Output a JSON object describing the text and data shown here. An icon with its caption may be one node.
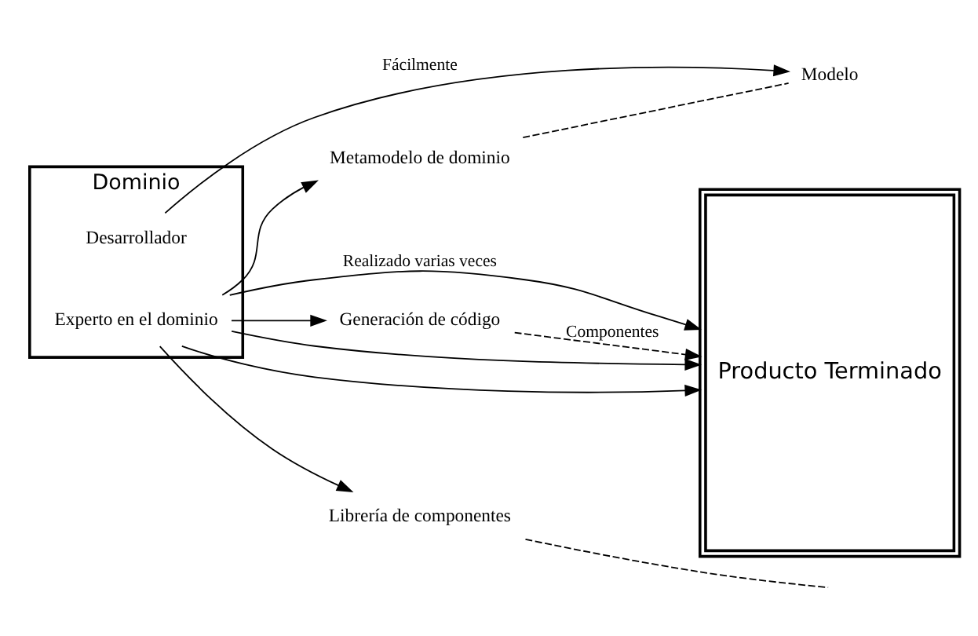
{
  "diagram": {
    "nodes": [
      {
        "text": [
          "Dominio"
        ]
      },
      {
        "text": [
          "Experto en el dominio"
        ],
        "in": 0
      },
      {
        "text": [
          "Desarrollador"
        ],
        "in": 0
      },
      {
        "text": [
          "Metamodelo de dominio"
        ]
      },
      {
        "text": [
          "Generación de código"
        ]
      },
      {
        "text": [
          "Librería de componentes"
        ]
      },
      {
        "text": [
          "Modelo"
        ]
      },
      {
        "text": [
          "Producto Terminado"
        ]
      }
    ],
    "edges": [
      {
        "from": 1,
        "to": 7,
        "arrow": "to",
        "label": "Realizado varias veces"
      },
      {
        "from": 1,
        "to": 7,
        "arrow": "to"
      },
      {
        "from": 1,
        "to": 7,
        "arrow": "to"
      },
      {
        "from": 1,
        "to": 3,
        "arrow": "to"
      },
      {
        "from": 1,
        "to": 4,
        "arrow": "to"
      },
      {
        "from": 1,
        "to": 5,
        "arrow": "to"
      },
      {
        "from": 3,
        "to": 6,
        "arrow": "none",
        "style": "dashed"
      },
      {
        "from": 5,
        "to": null,
        "arrow": "none",
        "style": "dashed"
      },
      {
        "from": 2,
        "to": 6,
        "arrow": "to",
        "label": "Fácilmente"
      },
      {
        "from": 4,
        "to": 7,
        "arrow": "to",
        "style": "dashed",
        "label": "Componentes"
      }
    ]
  }
}
